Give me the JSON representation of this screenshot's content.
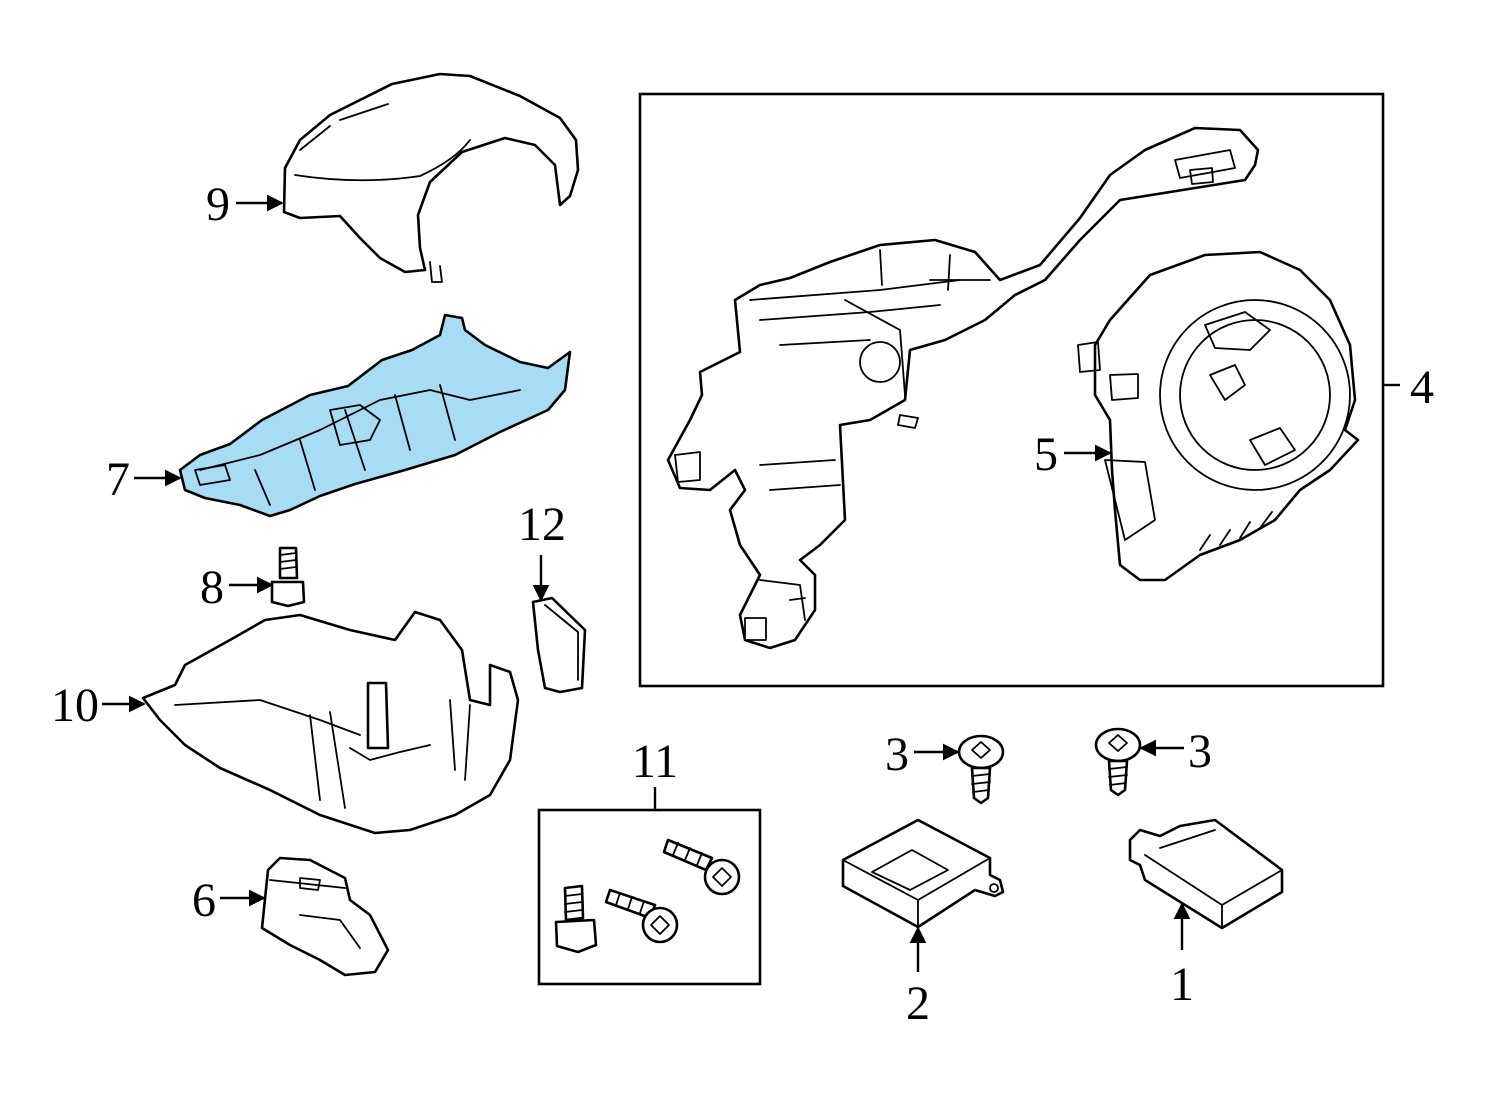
{
  "colors": {
    "highlight": "#a8dcf4",
    "line": "#000000",
    "background": "#ffffff"
  },
  "callouts": {
    "c1": "1",
    "c2": "2",
    "c3a": "3",
    "c3b": "3",
    "c4": "4",
    "c5": "5",
    "c6": "6",
    "c7": "7",
    "c8": "8",
    "c9": "9",
    "c10": "10",
    "c11": "11",
    "c12": "12"
  },
  "highlighted_part": "7"
}
